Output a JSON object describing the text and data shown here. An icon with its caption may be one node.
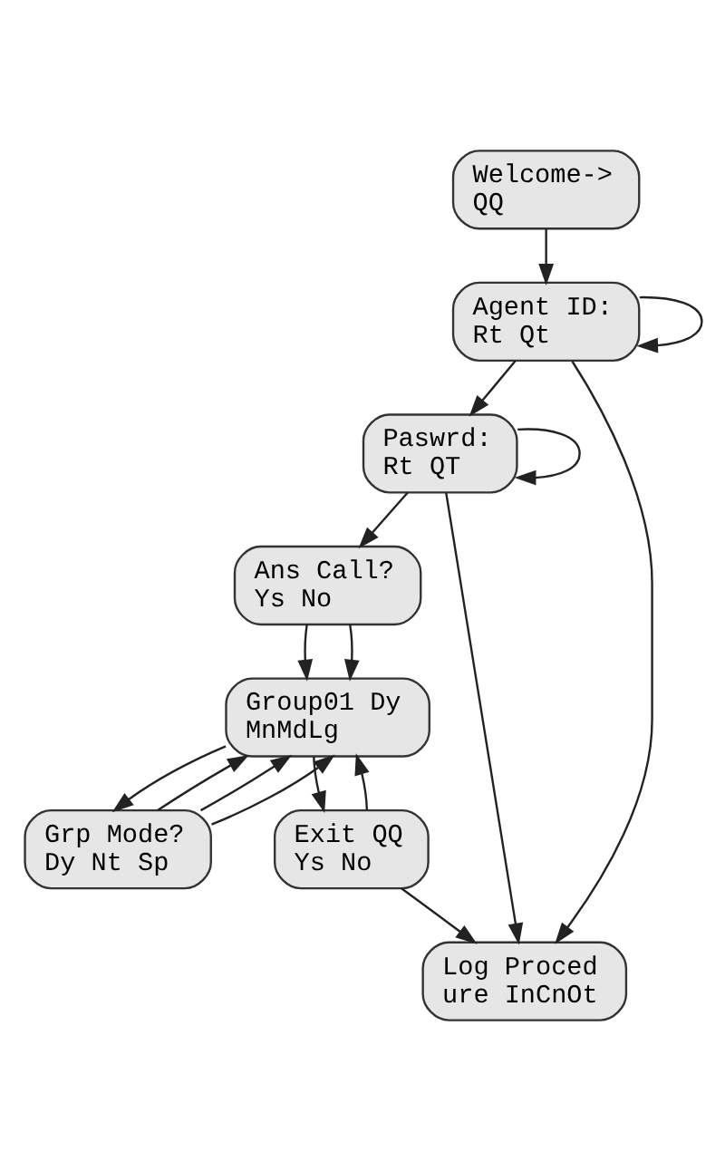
{
  "diagram": {
    "nodes": [
      {
        "text": [
          "Welcome->",
          "QQ"
        ]
      },
      {
        "text": [
          "Agent ID:",
          "Rt Qt"
        ]
      },
      {
        "text": [
          "Paswrd:",
          "Rt QT"
        ]
      },
      {
        "text": [
          "Ans Call?",
          "Ys No"
        ]
      },
      {
        "text": [
          "Group01 Dy",
          "MnMdLg"
        ]
      },
      {
        "text": [
          "Grp Mode?",
          "Dy Nt Sp"
        ]
      },
      {
        "text": [
          "Exit QQ",
          "Ys No"
        ]
      },
      {
        "text": [
          "Log Proced",
          "ure InCnOt"
        ]
      }
    ],
    "edges": [
      {
        "from": 0,
        "to": 1,
        "arrow": "to"
      },
      {
        "from": 1,
        "to": 1,
        "arrow": "to"
      },
      {
        "from": 1,
        "to": 2,
        "arrow": "to"
      },
      {
        "from": 1,
        "to": 7,
        "arrow": "to"
      },
      {
        "from": 2,
        "to": 2,
        "arrow": "to"
      },
      {
        "from": 2,
        "to": 3,
        "arrow": "to"
      },
      {
        "from": 2,
        "to": 7,
        "arrow": "to"
      },
      {
        "from": 3,
        "to": 4,
        "arrow": "to"
      },
      {
        "from": 3,
        "to": 4,
        "arrow": "to"
      },
      {
        "from": 4,
        "to": 5,
        "arrow": "to"
      },
      {
        "from": 4,
        "to": 6,
        "arrow": "to"
      },
      {
        "from": 5,
        "to": 4,
        "arrow": "to"
      },
      {
        "from": 5,
        "to": 4,
        "arrow": "to"
      },
      {
        "from": 5,
        "to": 4,
        "arrow": "to"
      },
      {
        "from": 6,
        "to": 4,
        "arrow": "to"
      },
      {
        "from": 6,
        "to": 7,
        "arrow": "to"
      }
    ]
  }
}
